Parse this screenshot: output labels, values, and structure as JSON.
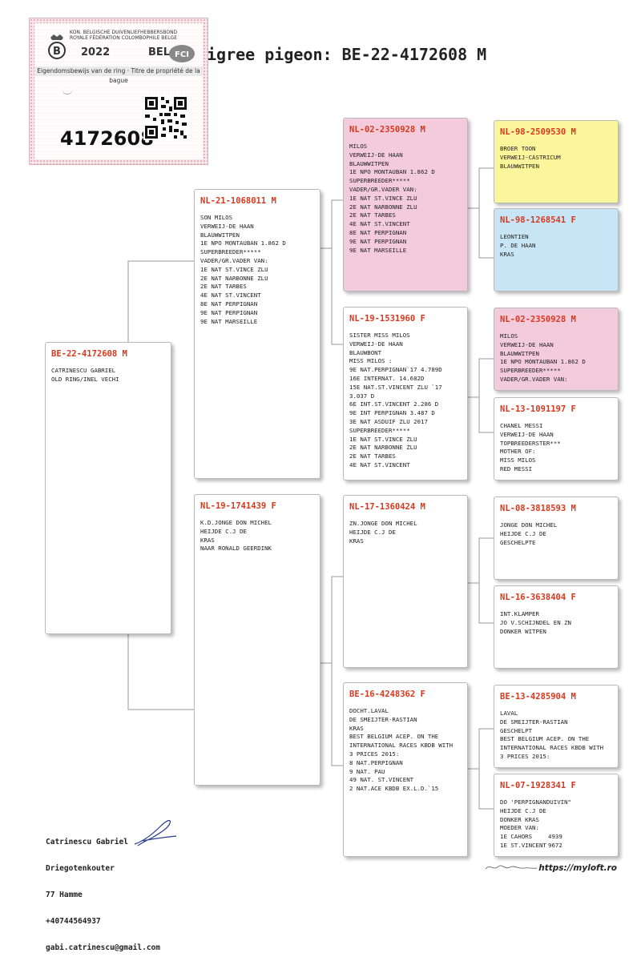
{
  "title": "igree pigeon: BE-22-4172608 M",
  "ring_card": {
    "org_line1": "KON. BELGISCHE DUIVENLIEFHEBBERSBOND",
    "org_line2": "ROYALE FÉDÉRATION COLOMBOPHILE BELGE",
    "year": "2022",
    "country": "BELG",
    "ownership_text": "Eigendomsbewijs van de ring · Titre de propriété de la bague",
    "ring_number": "4172608",
    "logo_left_letter": "B",
    "logo_right_text": "FCI"
  },
  "colors": {
    "ring_number": "#d9381e",
    "pink": "#f3cbdb",
    "yellow": "#fbf59c",
    "blue": "#c8e5f5"
  },
  "cards": {
    "main": {
      "ring": "BE-22-4172608 M",
      "lines": [
        "CATRINESCU GABRIEL",
        "OLD RING/INEL VECHI"
      ]
    },
    "sire": {
      "ring": "NL-21-1068011 M",
      "lines": [
        "SON MILOS",
        "VERWEIJ-DE HAAN",
        "BLAUWWITPEN",
        "1E NPO MONTAUBAN 1.862 D",
        "SUPERBREEDER*****",
        "VADER/GR.VADER VAN:",
        "1E NAT ST.VINCE ZLU",
        "2E NAT NARBONNE ZLU",
        "2E NAT TARBES",
        "4E NAT ST.VINCENT",
        "8E NAT PERPIGNAN",
        "9E NAT PERPIGNAN",
        "9E NAT MARSEILLE"
      ]
    },
    "dam": {
      "ring": "NL-19-1741439 F",
      "lines": [
        "K.D.JONGE DON MICHEL",
        "HEIJDE C.J DE",
        "KRAS",
        "NAAR RONALD GEERDINK"
      ]
    },
    "ss": {
      "ring": "NL-02-2350928 M",
      "lines": [
        "MILOS",
        "VERWEIJ-DE HAAN",
        "BLAUWWITPEN",
        "1E NPO MONTAUBAN 1.862 D",
        "SUPERBREEDER*****",
        "VADER/GR.VADER VAN:",
        "1E NAT ST.VINCE ZLU",
        "2E NAT NARBONNE ZLU",
        "2E NAT TARBES",
        "4E NAT ST.VINCENT",
        "8E NAT PERPIGNAN",
        "9E NAT PERPIGNAN",
        "9E NAT MARSEILLE"
      ]
    },
    "sd": {
      "ring": "NL-19-1531960 F",
      "lines": [
        "SISTER MISS MILOS",
        "VERWEIJ-DE HAAN",
        "BLAUWBONT",
        "MISS MILOS :",
        "9E NAT.PERPIGNAN`17 4.789D",
        "16E INTERNAT.  14.682D",
        "15E NAT.ST.VINCENT ZLU `17",
        "3.037 D",
        "6E INT.ST.VINCENT 2.286 D",
        "9E INT PERPIGNAN 3.487 D",
        "3E NAT ASDUIF ZLU 2017",
        "SUPERBREEDER*****",
        "1E NAT ST.VINCE ZLU",
        "2E NAT NARBONNE ZLU",
        "2E NAT TARBES",
        "4E NAT ST.VINCENT"
      ]
    },
    "ds": {
      "ring": "NL-17-1360424 M",
      "lines": [
        "ZN.JONGE DON MICHEL",
        "HEIJDE C.J DE",
        "KRAS"
      ]
    },
    "dd": {
      "ring": "BE-16-4248362 F",
      "lines": [
        "DOCHT.LAVAL",
        "DE SMEIJTER-RASTIAN",
        "KRAS",
        "BEST BELGIUM ACEP. ON THE",
        "INTERNATIONAL RACES KBDB WITH",
        "3 PRICES 2015:",
        "8 NAT.PERPIGNAN",
        "9 NAT. PAU",
        "49 NAT. ST.VINCENT",
        "2 NAT.ACE KBDB EX.L.D.`15"
      ]
    },
    "sss": {
      "ring": "NL-98-2509530 M",
      "lines": [
        "BROER TOON",
        "VERWEIJ-CASTRICUM",
        "BLAUWWITPEN"
      ]
    },
    "ssd": {
      "ring": "NL-98-1268541 F",
      "lines": [
        "LEONTIEN",
        "P. DE HAAN",
        "KRAS"
      ]
    },
    "sds": {
      "ring": "NL-02-2350928 M",
      "lines": [
        "MILOS",
        "VERWEIJ-DE HAAN",
        "BLAUWWITPEN",
        "1E NPO MONTAUBAN 1.862 D",
        "SUPERBREEDER*****",
        "VADER/GR.VADER VAN:"
      ]
    },
    "sdd": {
      "ring": "NL-13-1091197 F",
      "lines": [
        "CHANEL MESSI",
        "VERWEIJ-DE HAAN",
        "TOPBREEDERSTER***",
        "MOTHER OF:",
        "MISS MILOS",
        "RED MESSI"
      ]
    },
    "dss": {
      "ring": "NL-08-3818593 M",
      "lines": [
        "JONGE DON MICHEL",
        "HEIJDE C.J DE",
        "GESCHELPTE"
      ]
    },
    "dsd": {
      "ring": "NL-16-3638404 F",
      "lines": [
        "INT.KLAMPER",
        "JO V.SCHIJNDEL EN ZN",
        "DONKER WITPEN"
      ]
    },
    "dds": {
      "ring": "BE-13-4285904 M",
      "lines": [
        "LAVAL",
        "DE SMEIJTER-RASTIAN",
        "GESCHELPT",
        "BEST BELGIUM ACEP. ON THE",
        "INTERNATIONAL RACES KBDB WITH",
        "3 PRICES 2015:"
      ]
    },
    "ddd": {
      "ring": "NL-07-1928341 F",
      "lines": [
        "DO 'PERPIGNANDUIVIN\"",
        "HEIJDE C.J DE",
        "DONKER KRAS",
        "MOEDER VAN:"
      ],
      "results": [
        [
          "1E CAHORS",
          "4939"
        ],
        [
          "1E ST.VINCENT",
          "9672"
        ]
      ]
    }
  },
  "footer": {
    "name": "Catrinescu Gabriel",
    "address1": "Driegotenkouter",
    "address2": "77 Hamme",
    "phone": "+40744564937",
    "email": "gabi.catrinescu@gmail.com"
  },
  "website": "https://myloft.ro"
}
